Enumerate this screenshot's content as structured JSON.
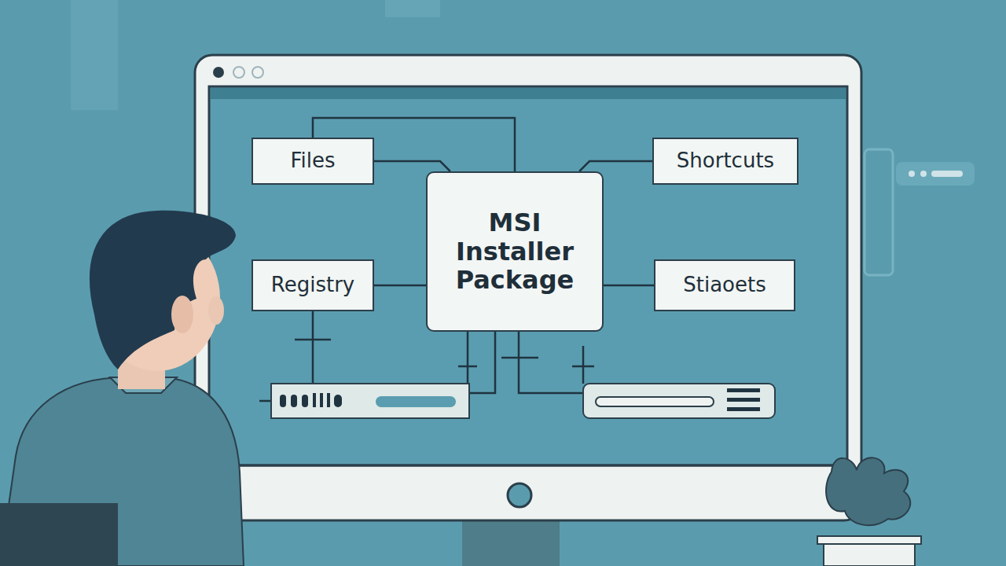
{
  "diagram": {
    "nodes": [
      {
        "text": [
          "Files"
        ]
      },
      {
        "text": [
          "Shortcuts"
        ]
      },
      {
        "text": [
          "MSI Installer Package"
        ]
      },
      {
        "text": [
          "Registry"
        ]
      },
      {
        "text": [
          "Stiaoets"
        ]
      }
    ],
    "edges": [
      {
        "from": 0,
        "to": 2,
        "arrow": "none"
      },
      {
        "from": 1,
        "to": 2,
        "arrow": "none"
      },
      {
        "from": 3,
        "to": 2,
        "arrow": "none"
      },
      {
        "from": 4,
        "to": 2,
        "arrow": "none"
      }
    ]
  }
}
